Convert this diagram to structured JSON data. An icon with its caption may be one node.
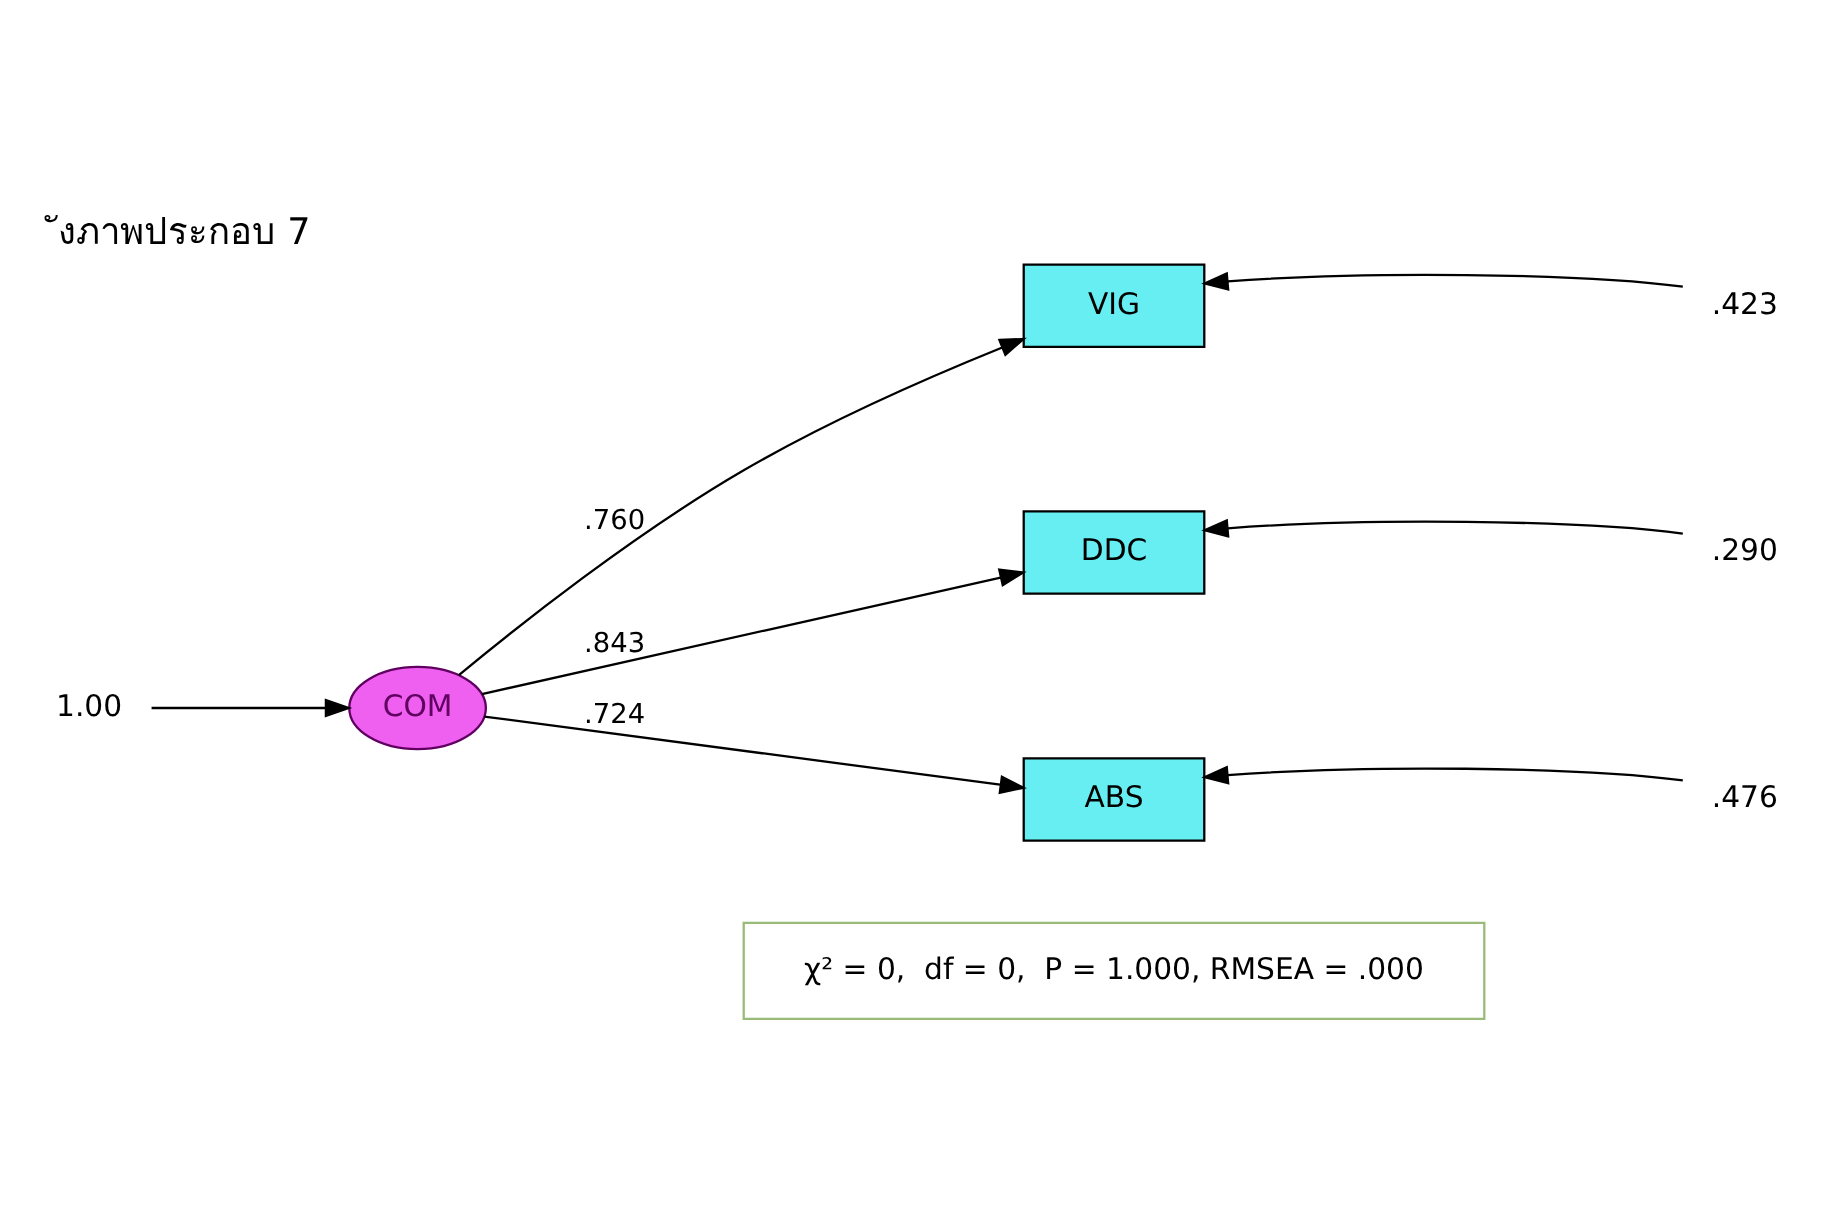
{
  "diagram": {
    "title": "ังภาพประกอบ 7",
    "nodes": [
      {
        "text": [
          "1.00"
        ]
      },
      {
        "text": [
          "COM"
        ]
      },
      {
        "text": [
          "VIG"
        ]
      },
      {
        "text": [
          "DDC"
        ]
      },
      {
        "text": [
          "ABS"
        ]
      },
      {
        "text": [
          ".423"
        ]
      },
      {
        "text": [
          ".290"
        ]
      },
      {
        "text": [
          ".476"
        ]
      },
      {
        "text": [
          "χ² = 0,  df = 0,  P = 1.000, RMSEA = .000"
        ]
      }
    ],
    "edges": [
      {
        "from": 0,
        "to": 1,
        "arrow": "to"
      },
      {
        "from": 1,
        "to": 2,
        "arrow": "to",
        "label": ".760"
      },
      {
        "from": 1,
        "to": 3,
        "arrow": "to",
        "label": ".843"
      },
      {
        "from": 1,
        "to": 4,
        "arrow": "to",
        "label": ".724"
      },
      {
        "from": 5,
        "to": 2,
        "arrow": "to"
      },
      {
        "from": 6,
        "to": 3,
        "arrow": "to"
      },
      {
        "from": 7,
        "to": 4,
        "arrow": "to"
      }
    ]
  }
}
